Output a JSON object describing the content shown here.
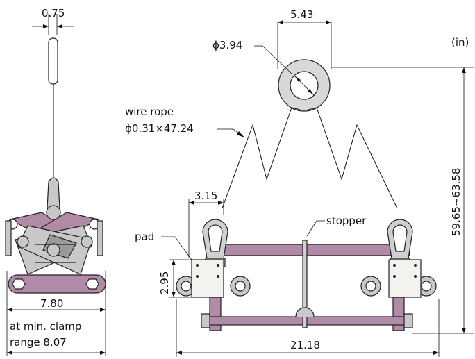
{
  "units": "(in)",
  "side_view": {
    "top_width": "0.75",
    "bottom_width": "7.80",
    "note_line1": "at min. clamp",
    "note_line2": "range 8.07"
  },
  "front_view": {
    "ring_top_width": "5.43",
    "ring_diameter": "ϕ3.94",
    "wire_rope_line1": "wire rope",
    "wire_rope_line2": "ϕ0.31×47.24",
    "shackle_width": "3.15",
    "pad_label": "pad",
    "stopper_label": "stopper",
    "pad_height": "2.95",
    "total_height": "59.65~63.58",
    "total_width": "21.18"
  },
  "colors": {
    "beam": "#b08aa6",
    "beam_dark": "#8e6a86",
    "metal": "#c8c8c8",
    "ring": "#d8d8d8",
    "pad": "#f4f2ee"
  }
}
